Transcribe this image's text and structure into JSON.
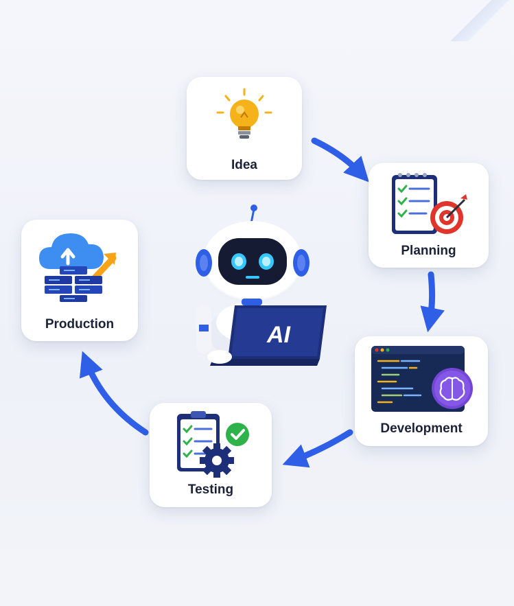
{
  "steps": {
    "idea": "Idea",
    "planning": "Planning",
    "development": "Development",
    "testing": "Testing",
    "production": "Production"
  },
  "center": {
    "laptop_text": "AI"
  },
  "colors": {
    "arrow": "#2f5fe6",
    "navy": "#1e2f7a",
    "accent_green": "#2eb24a",
    "bulb": "#f6b21a",
    "target_red": "#e0352b",
    "brain_purple": "#7446d6"
  },
  "icons": [
    "lightbulb-icon",
    "checklist-target-icon",
    "code-editor-brain-icon",
    "checklist-gear-icon",
    "cloud-server-icon",
    "robot-icon"
  ]
}
